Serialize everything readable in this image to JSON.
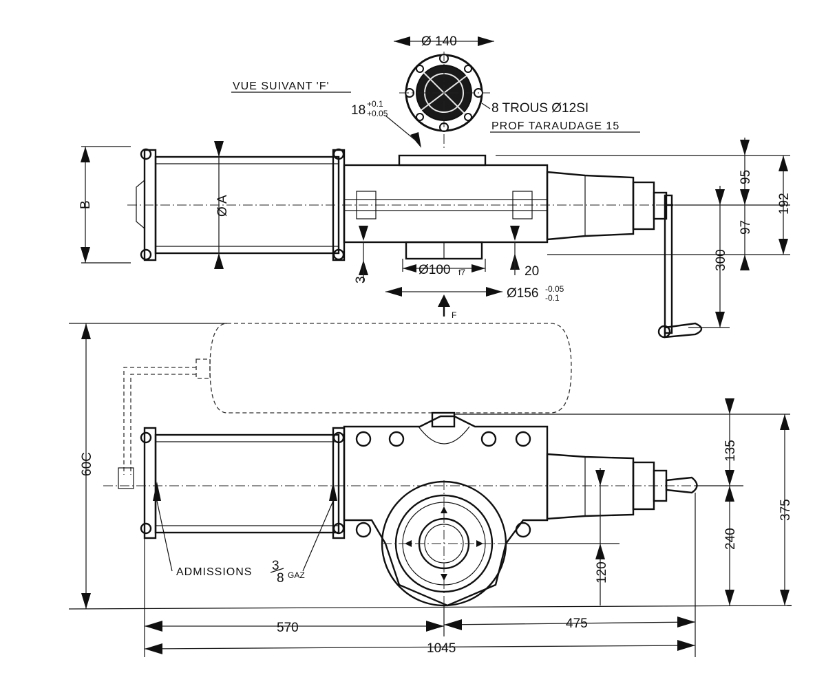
{
  "labels": {
    "view_title": "VUE SUIVANT 'F'",
    "tol_18_main": "18",
    "tol_18_sup": "+0.1",
    "tol_18_inf": "+0.05",
    "holes": "8 TROUS Ø12SI",
    "thread_depth": "PROF TARAUDAGE 15",
    "dia_140": "Ø 140",
    "dim_B": "B",
    "dia_A": "Ø A",
    "dim_3": "3",
    "dia_100": "Ø100",
    "dia_100_fit": "f7",
    "dim_20": "20",
    "dia_156": "Ø156",
    "dia_156_sup": "-0.05",
    "dia_156_inf": "-0.1",
    "view_arrow_letter": "F",
    "dim_95": "95",
    "dim_97": "97",
    "dim_192": "192",
    "dim_300": "300",
    "dim_600": "60C",
    "dim_135": "135",
    "dim_375": "375",
    "dim_240": "240",
    "dim_120": "120",
    "admissions": "ADMISSIONS",
    "admissions_size_num": "3",
    "admissions_size_den": "8",
    "admissions_suffix": "GAZ",
    "dim_570": "570",
    "dim_475": "475",
    "dim_1045": "1045"
  }
}
